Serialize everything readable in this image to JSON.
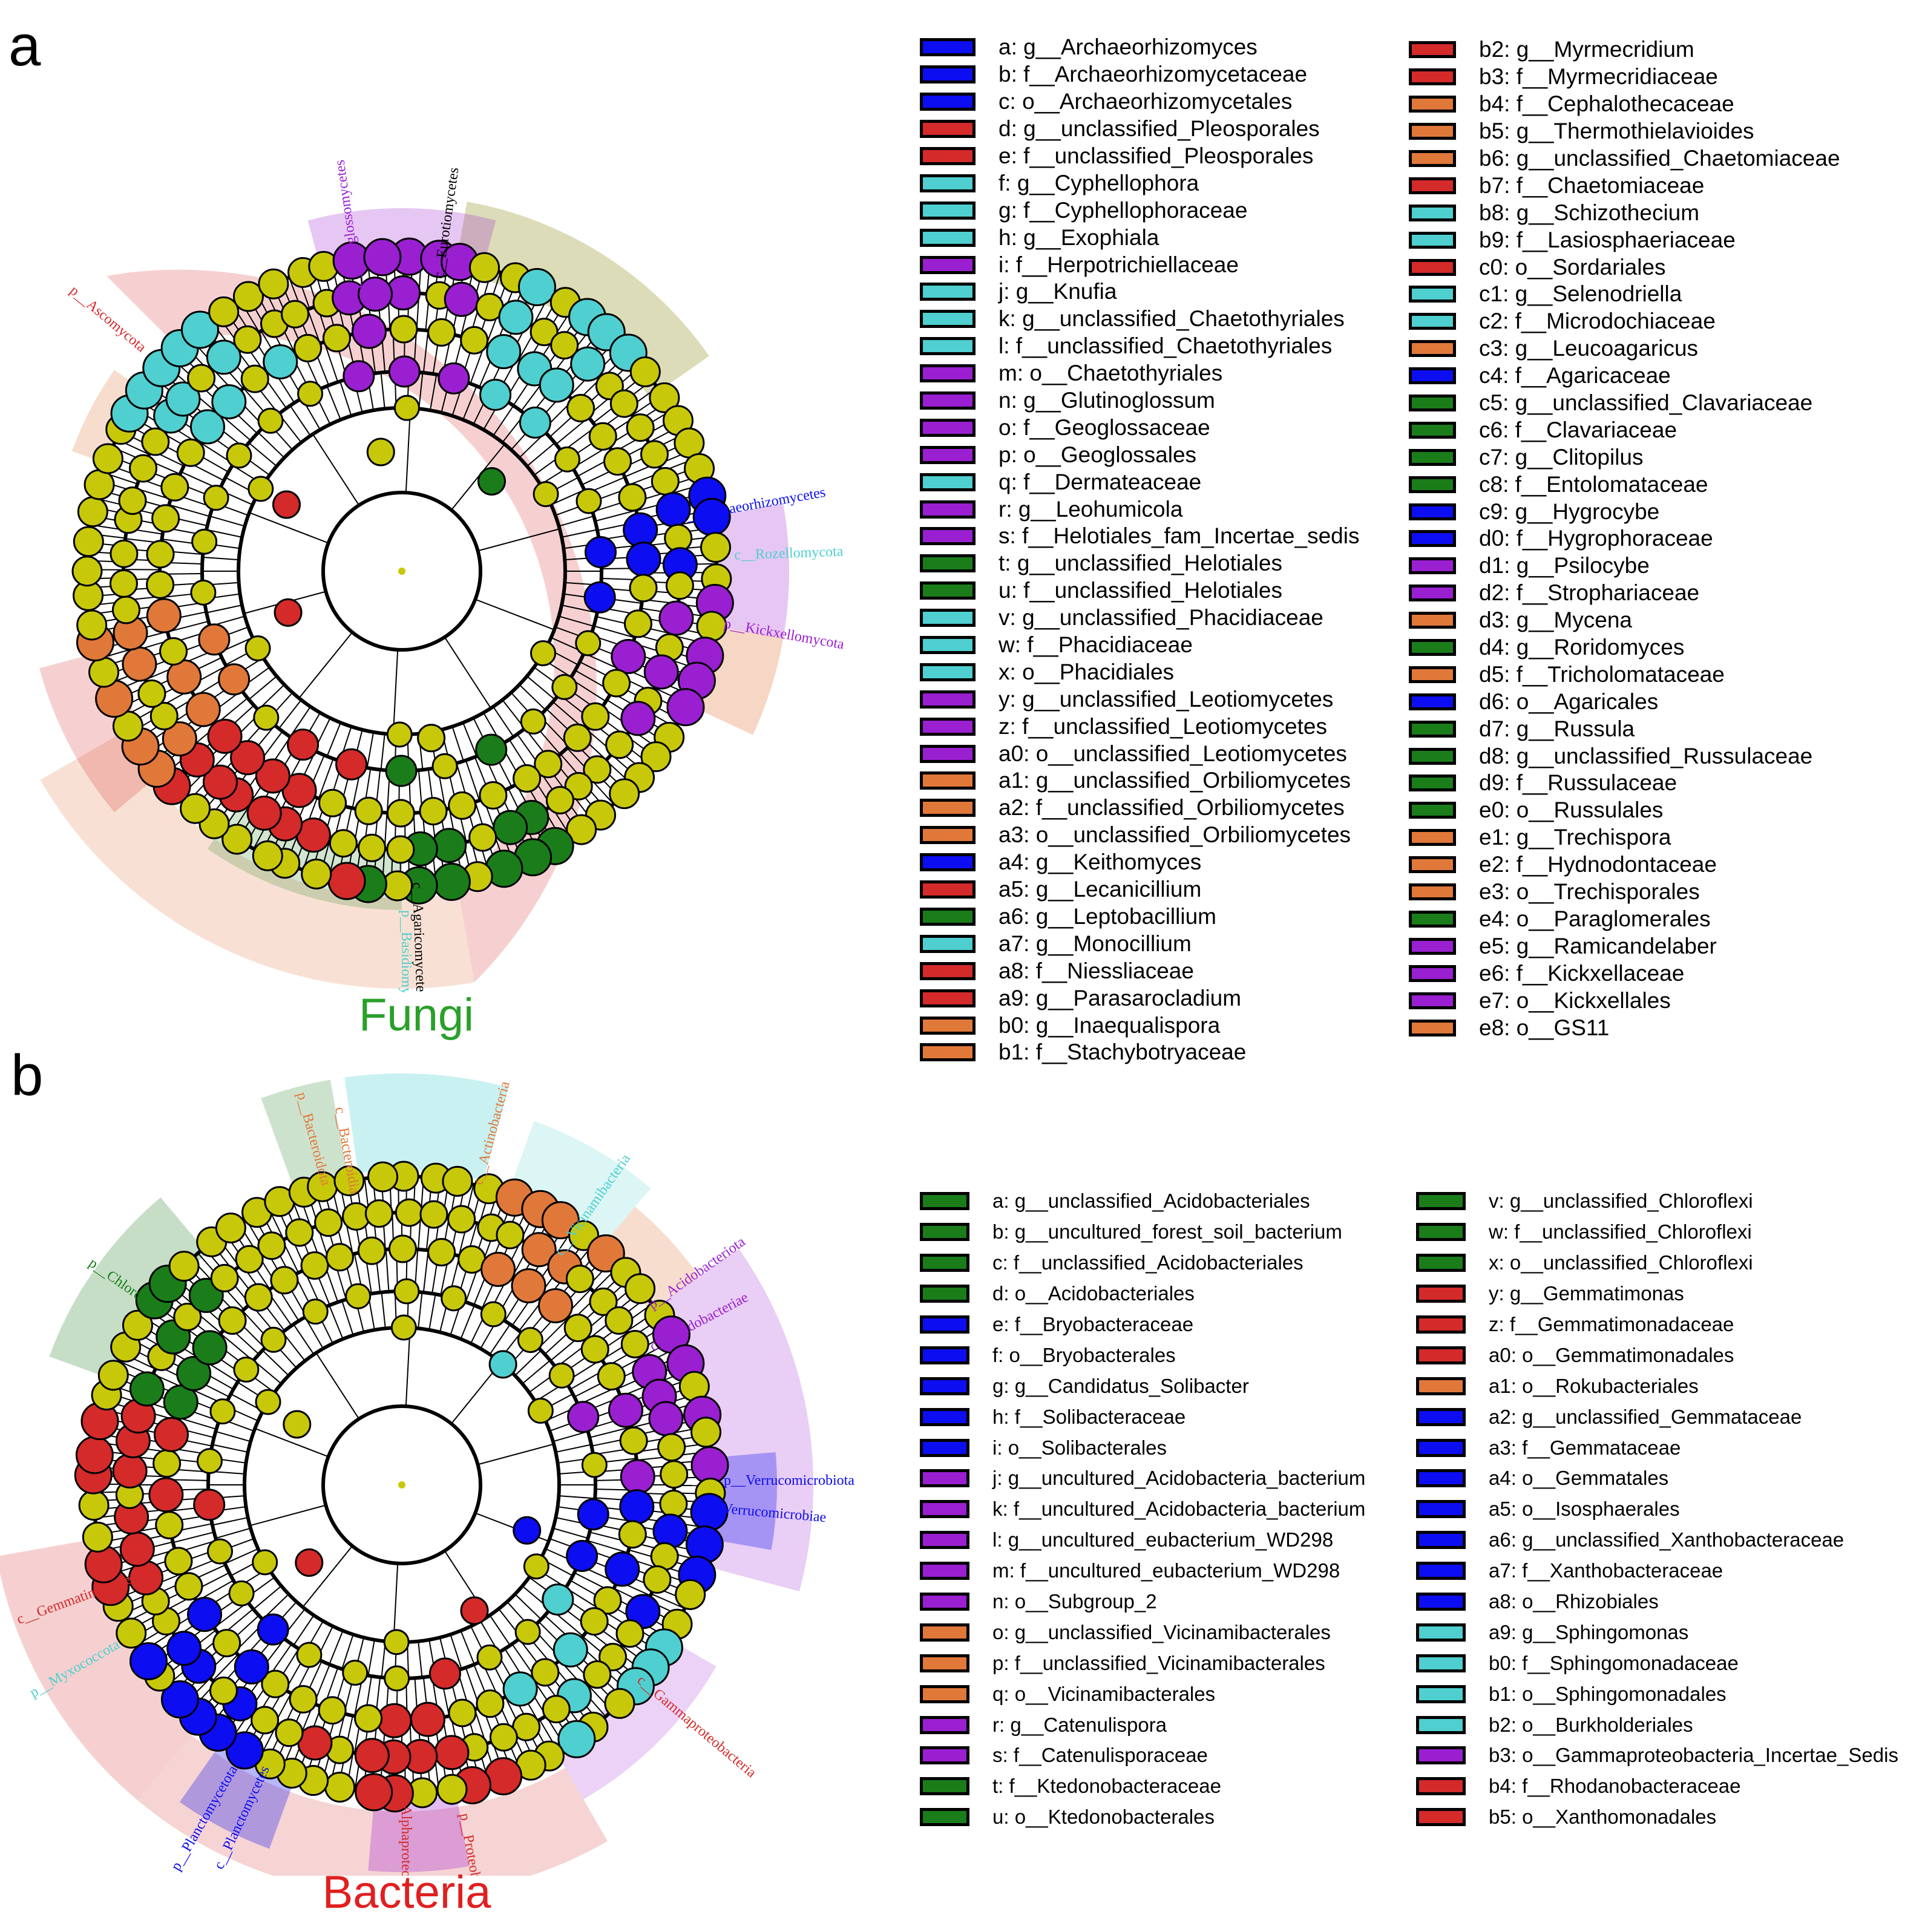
{
  "colors": {
    "green": "#1a7d1a",
    "blue": "#0d0df2",
    "red": "#d42a2a",
    "cyan": "#4fcfcf",
    "purple": "#9a1fd1",
    "orange": "#e0783a",
    "node_default": "#c8c80a",
    "fungi_title": "#2aa02a",
    "bacteria_title": "#e02020"
  },
  "panel_a": {
    "label": "a",
    "title": "Fungi",
    "cladogram_labels": [
      {
        "text": "p__Ascomycota",
        "color": "red"
      },
      {
        "text": "c__Geoglossomycetes",
        "color": "purple"
      },
      {
        "text": "c__Eurotiomycetes",
        "color": "black"
      },
      {
        "text": "c__Archaeorhizomycetes",
        "color": "blue"
      },
      {
        "text": "c__Rozellomycota",
        "color": "cyan"
      },
      {
        "text": "p__Kickxellomycota",
        "color": "purple"
      },
      {
        "text": "p__Basidiomycota",
        "color": "cyan"
      },
      {
        "text": "c__Agaricomycetes",
        "color": "black"
      }
    ],
    "legend": [
      {
        "key": "a",
        "label": "g__Archaeorhizomyces",
        "color": "blue"
      },
      {
        "key": "b",
        "label": "f__Archaeorhizomycetaceae",
        "color": "blue"
      },
      {
        "key": "c",
        "label": "o__Archaeorhizomycetales",
        "color": "blue"
      },
      {
        "key": "d",
        "label": "g__unclassified_Pleosporales",
        "color": "red"
      },
      {
        "key": "e",
        "label": "f__unclassified_Pleosporales",
        "color": "red"
      },
      {
        "key": "f",
        "label": "g__Cyphellophora",
        "color": "cyan"
      },
      {
        "key": "g",
        "label": "f__Cyphellophoraceae",
        "color": "cyan"
      },
      {
        "key": "h",
        "label": "g__Exophiala",
        "color": "cyan"
      },
      {
        "key": "i",
        "label": "f__Herpotrichiellaceae",
        "color": "purple"
      },
      {
        "key": "j",
        "label": "g__Knufia",
        "color": "cyan"
      },
      {
        "key": "k",
        "label": "g__unclassified_Chaetothyriales",
        "color": "cyan"
      },
      {
        "key": "l",
        "label": "f__unclassified_Chaetothyriales",
        "color": "cyan"
      },
      {
        "key": "m",
        "label": "o__Chaetothyriales",
        "color": "purple"
      },
      {
        "key": "n",
        "label": "g__Glutinoglossum",
        "color": "purple"
      },
      {
        "key": "o",
        "label": "f__Geoglossaceae",
        "color": "purple"
      },
      {
        "key": "p",
        "label": "o__Geoglossales",
        "color": "purple"
      },
      {
        "key": "q",
        "label": "f__Dermateaceae",
        "color": "cyan"
      },
      {
        "key": "r",
        "label": "g__Leohumicola",
        "color": "purple"
      },
      {
        "key": "s",
        "label": "f__Helotiales_fam_Incertae_sedis",
        "color": "purple"
      },
      {
        "key": "t",
        "label": "g__unclassified_Helotiales",
        "color": "green"
      },
      {
        "key": "u",
        "label": "f__unclassified_Helotiales",
        "color": "green"
      },
      {
        "key": "v",
        "label": "g__unclassified_Phacidiaceae",
        "color": "cyan"
      },
      {
        "key": "w",
        "label": "f__Phacidiaceae",
        "color": "cyan"
      },
      {
        "key": "x",
        "label": "o__Phacidiales",
        "color": "cyan"
      },
      {
        "key": "y",
        "label": "g__unclassified_Leotiomycetes",
        "color": "purple"
      },
      {
        "key": "z",
        "label": "f__unclassified_Leotiomycetes",
        "color": "purple"
      },
      {
        "key": "a0",
        "label": "o__unclassified_Leotiomycetes",
        "color": "purple"
      },
      {
        "key": "a1",
        "label": "g__unclassified_Orbiliomycetes",
        "color": "orange"
      },
      {
        "key": "a2",
        "label": "f__unclassified_Orbiliomycetes",
        "color": "orange"
      },
      {
        "key": "a3",
        "label": "o__unclassified_Orbiliomycetes",
        "color": "orange"
      },
      {
        "key": "a4",
        "label": "g__Keithomyces",
        "color": "blue"
      },
      {
        "key": "a5",
        "label": "g__Lecanicillium",
        "color": "red"
      },
      {
        "key": "a6",
        "label": "g__Leptobacillium",
        "color": "green"
      },
      {
        "key": "a7",
        "label": "g__Monocillium",
        "color": "cyan"
      },
      {
        "key": "a8",
        "label": "f__Niessliaceae",
        "color": "red"
      },
      {
        "key": "a9",
        "label": "g__Parasarocladium",
        "color": "red"
      },
      {
        "key": "b0",
        "label": "g__Inaequalispora",
        "color": "orange"
      },
      {
        "key": "b1",
        "label": "f__Stachybotryaceae",
        "color": "orange"
      },
      {
        "key": "b2",
        "label": "g__Myrmecridium",
        "color": "red"
      },
      {
        "key": "b3",
        "label": "f__Myrmecridiaceae",
        "color": "red"
      },
      {
        "key": "b4",
        "label": "f__Cephalothecaceae",
        "color": "orange"
      },
      {
        "key": "b5",
        "label": "g__Thermothielavioides",
        "color": "orange"
      },
      {
        "key": "b6",
        "label": "g__unclassified_Chaetomiaceae",
        "color": "orange"
      },
      {
        "key": "b7",
        "label": "f__Chaetomiaceae",
        "color": "red"
      },
      {
        "key": "b8",
        "label": "g__Schizothecium",
        "color": "cyan"
      },
      {
        "key": "b9",
        "label": "f__Lasiosphaeriaceae",
        "color": "cyan"
      },
      {
        "key": "c0",
        "label": "o__Sordariales",
        "color": "red"
      },
      {
        "key": "c1",
        "label": "g__Selenodriella",
        "color": "cyan"
      },
      {
        "key": "c2",
        "label": "f__Microdochiaceae",
        "color": "cyan"
      },
      {
        "key": "c3",
        "label": "g__Leucoagaricus",
        "color": "orange"
      },
      {
        "key": "c4",
        "label": "f__Agaricaceae",
        "color": "blue"
      },
      {
        "key": "c5",
        "label": "g__unclassified_Clavariaceae",
        "color": "green"
      },
      {
        "key": "c6",
        "label": "f__Clavariaceae",
        "color": "green"
      },
      {
        "key": "c7",
        "label": "g__Clitopilus",
        "color": "green"
      },
      {
        "key": "c8",
        "label": "f__Entolomataceae",
        "color": "green"
      },
      {
        "key": "c9",
        "label": "g__Hygrocybe",
        "color": "blue"
      },
      {
        "key": "d0",
        "label": "f__Hygrophoraceae",
        "color": "blue"
      },
      {
        "key": "d1",
        "label": "g__Psilocybe",
        "color": "purple"
      },
      {
        "key": "d2",
        "label": "f__Strophariaceae",
        "color": "purple"
      },
      {
        "key": "d3",
        "label": "g__Mycena",
        "color": "orange"
      },
      {
        "key": "d4",
        "label": "g__Roridomyces",
        "color": "green"
      },
      {
        "key": "d5",
        "label": "f__Tricholomataceae",
        "color": "orange"
      },
      {
        "key": "d6",
        "label": "o__Agaricales",
        "color": "blue"
      },
      {
        "key": "d7",
        "label": "g__Russula",
        "color": "green"
      },
      {
        "key": "d8",
        "label": "g__unclassified_Russulaceae",
        "color": "green"
      },
      {
        "key": "d9",
        "label": "f__Russulaceae",
        "color": "green"
      },
      {
        "key": "e0",
        "label": "o__Russulales",
        "color": "green"
      },
      {
        "key": "e1",
        "label": "g__Trechispora",
        "color": "orange"
      },
      {
        "key": "e2",
        "label": "f__Hydnodontaceae",
        "color": "orange"
      },
      {
        "key": "e3",
        "label": "o__Trechisporales",
        "color": "orange"
      },
      {
        "key": "e4",
        "label": "o__Paraglomerales",
        "color": "green"
      },
      {
        "key": "e5",
        "label": "g__Ramicandelaber",
        "color": "purple"
      },
      {
        "key": "e6",
        "label": "f__Kickxellaceae",
        "color": "purple"
      },
      {
        "key": "e7",
        "label": "o__Kickxellales",
        "color": "purple"
      },
      {
        "key": "e8",
        "label": "o__GS11",
        "color": "orange"
      }
    ]
  },
  "panel_b": {
    "label": "b",
    "title": "Bacteria",
    "cladogram_labels": [
      {
        "text": "p__Bacteroidota",
        "color": "orange"
      },
      {
        "text": "c__Bacteroidia",
        "color": "orange"
      },
      {
        "text": "c__Actinobacteria",
        "color": "orange"
      },
      {
        "text": "c__Vicinamibacteria",
        "color": "cyan"
      },
      {
        "text": "p__Acidobacteriota",
        "color": "purple"
      },
      {
        "text": "c__Acidobacteriae",
        "color": "purple"
      },
      {
        "text": "p__Verrucomicrobiota",
        "color": "blue"
      },
      {
        "text": "c__Verrucomicrobiae",
        "color": "blue"
      },
      {
        "text": "p__Chloroflexi",
        "color": "green"
      },
      {
        "text": "c__Gammaproteobacteria",
        "color": "red"
      },
      {
        "text": "p__Proteobacteria",
        "color": "red"
      },
      {
        "text": "c__Alphaproteobacteria",
        "color": "red"
      },
      {
        "text": "c__Planctomycetes",
        "color": "blue"
      },
      {
        "text": "p__Planctomycetota",
        "color": "blue"
      },
      {
        "text": "p__Myxococcota",
        "color": "cyan"
      },
      {
        "text": "c__Gemmatimonadetes",
        "color": "red"
      }
    ],
    "legend": [
      {
        "key": "a",
        "label": "g__unclassified_Acidobacteriales",
        "color": "green"
      },
      {
        "key": "b",
        "label": "g__uncultured_forest_soil_bacterium",
        "color": "green"
      },
      {
        "key": "c",
        "label": "f__unclassified_Acidobacteriales",
        "color": "green"
      },
      {
        "key": "d",
        "label": "o__Acidobacteriales",
        "color": "green"
      },
      {
        "key": "e",
        "label": "f__Bryobacteraceae",
        "color": "blue"
      },
      {
        "key": "f",
        "label": "o__Bryobacterales",
        "color": "blue"
      },
      {
        "key": "g",
        "label": "g__Candidatus_Solibacter",
        "color": "blue"
      },
      {
        "key": "h",
        "label": "f__Solibacteraceae",
        "color": "blue"
      },
      {
        "key": "i",
        "label": "o__Solibacterales",
        "color": "blue"
      },
      {
        "key": "j",
        "label": "g__uncultured_Acidobacteria_bacterium",
        "color": "purple"
      },
      {
        "key": "k",
        "label": "f__uncultured_Acidobacteria_bacterium",
        "color": "purple"
      },
      {
        "key": "l",
        "label": "g__uncultured_eubacterium_WD298",
        "color": "purple"
      },
      {
        "key": "m",
        "label": "f__uncultured_eubacterium_WD298",
        "color": "purple"
      },
      {
        "key": "n",
        "label": "o__Subgroup_2",
        "color": "purple"
      },
      {
        "key": "o",
        "label": "g__unclassified_Vicinamibacterales",
        "color": "orange"
      },
      {
        "key": "p",
        "label": "f__unclassified_Vicinamibacterales",
        "color": "orange"
      },
      {
        "key": "q",
        "label": "o__Vicinamibacterales",
        "color": "orange"
      },
      {
        "key": "r",
        "label": "g__Catenulispora",
        "color": "purple"
      },
      {
        "key": "s",
        "label": "f__Catenulisporaceae",
        "color": "purple"
      },
      {
        "key": "t",
        "label": "f__Ktedonobacteraceae",
        "color": "green"
      },
      {
        "key": "u",
        "label": "o__Ktedonobacterales",
        "color": "green"
      },
      {
        "key": "v",
        "label": "g__unclassified_Chloroflexi",
        "color": "green"
      },
      {
        "key": "w",
        "label": "f__unclassified_Chloroflexi",
        "color": "green"
      },
      {
        "key": "x",
        "label": "o__unclassified_Chloroflexi",
        "color": "green"
      },
      {
        "key": "y",
        "label": "g__Gemmatimonas",
        "color": "red"
      },
      {
        "key": "z",
        "label": "f__Gemmatimonadaceae",
        "color": "red"
      },
      {
        "key": "a0",
        "label": "o__Gemmatimonadales",
        "color": "red"
      },
      {
        "key": "a1",
        "label": "o__Rokubacteriales",
        "color": "orange"
      },
      {
        "key": "a2",
        "label": "g__unclassified_Gemmataceae",
        "color": "blue"
      },
      {
        "key": "a3",
        "label": "f__Gemmataceae",
        "color": "blue"
      },
      {
        "key": "a4",
        "label": "o__Gemmatales",
        "color": "blue"
      },
      {
        "key": "a5",
        "label": "o__Isosphaerales",
        "color": "blue"
      },
      {
        "key": "a6",
        "label": "g__unclassified_Xanthobacteraceae",
        "color": "blue"
      },
      {
        "key": "a7",
        "label": "f__Xanthobacteraceae",
        "color": "blue"
      },
      {
        "key": "a8",
        "label": "o__Rhizobiales",
        "color": "blue"
      },
      {
        "key": "a9",
        "label": "g__Sphingomonas",
        "color": "cyan"
      },
      {
        "key": "b0",
        "label": "f__Sphingomonadaceae",
        "color": "cyan"
      },
      {
        "key": "b1",
        "label": "o__Sphingomonadales",
        "color": "cyan"
      },
      {
        "key": "b2",
        "label": "o__Burkholderiales",
        "color": "cyan"
      },
      {
        "key": "b3",
        "label": "o__Gammaproteobacteria_Incertae_Sedis",
        "color": "purple"
      },
      {
        "key": "b4",
        "label": "f__Rhodanobacteraceae",
        "color": "red"
      },
      {
        "key": "b5",
        "label": "o__Xanthomonadales",
        "color": "red"
      }
    ]
  }
}
